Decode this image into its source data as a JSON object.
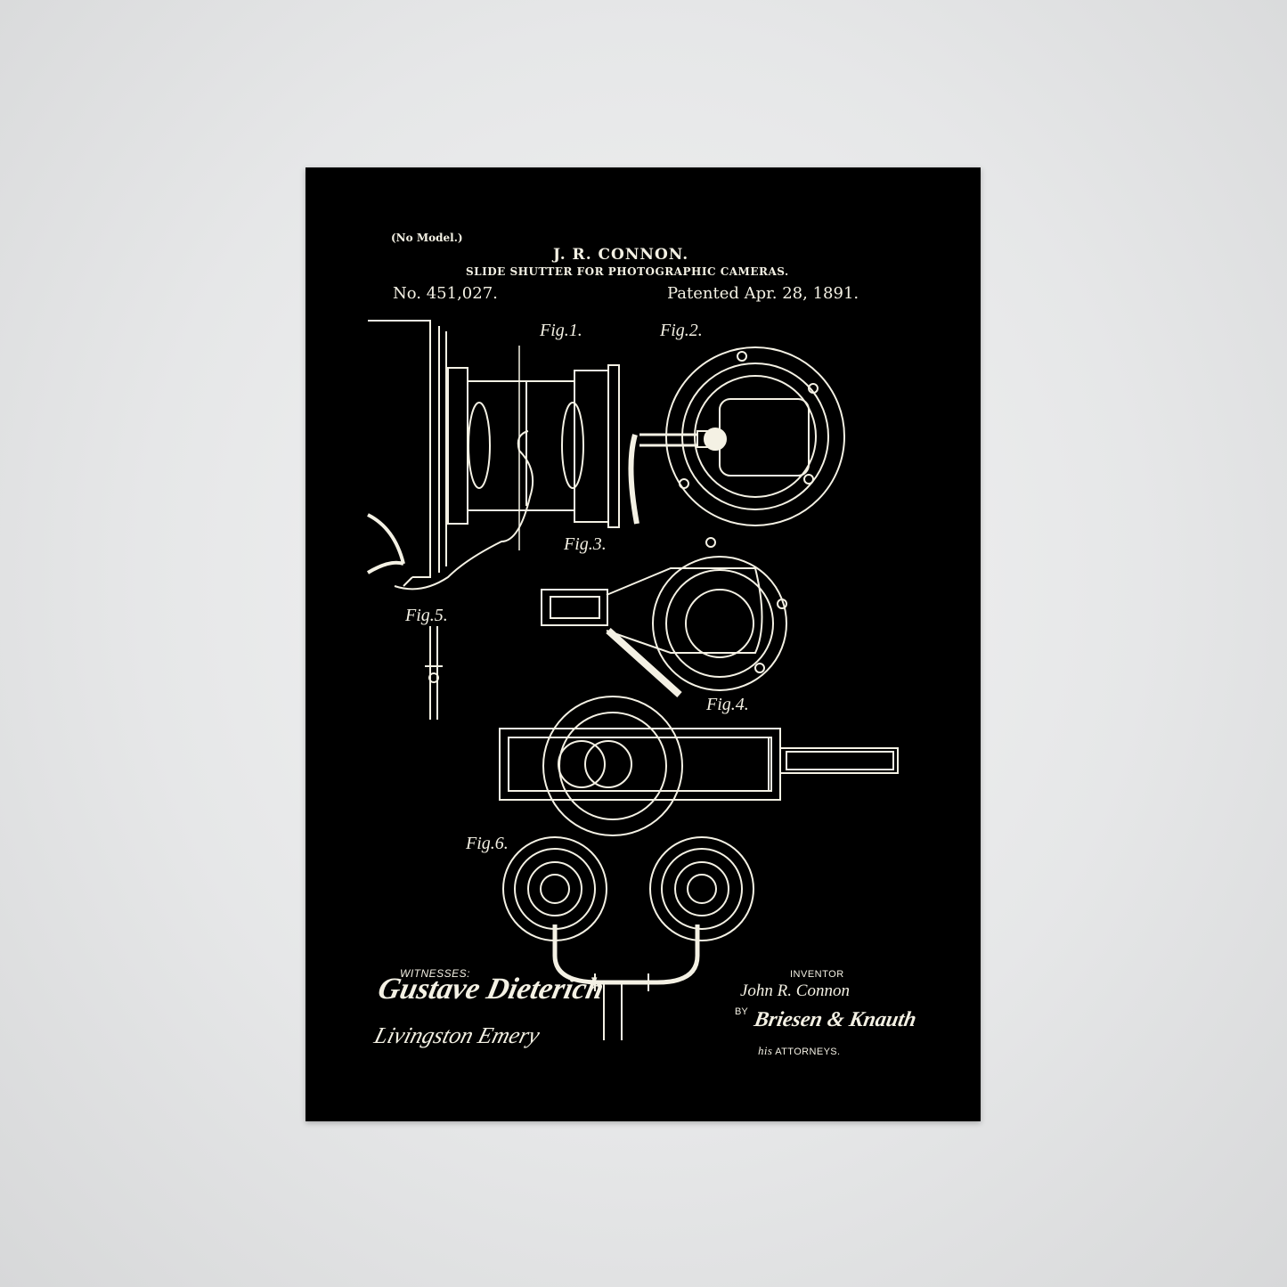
{
  "patent": {
    "no_model": "(No Model.)",
    "inventor_header": "J. R. CONNON.",
    "title": "SLIDE SHUTTER FOR PHOTOGRAPHIC CAMERAS.",
    "number": "No. 451,027.",
    "patented": "Patented Apr. 28, 1891."
  },
  "figures": [
    "Fig.1.",
    "Fig.2.",
    "Fig.3.",
    "Fig.4.",
    "Fig.5.",
    "Fig.6."
  ],
  "footer": {
    "witnesses_label": "WITNESSES:",
    "witness_1": "Gustave Dieterich",
    "witness_2": "Livingston Emery",
    "inventor_label": "INVENTOR",
    "inventor_signature": "John R. Connon",
    "by_label": "BY",
    "attorney_signature": "Briesen & Knauth",
    "his": "his",
    "attorneys_label": "ATTORNEYS."
  },
  "colors": {
    "poster_bg": "#000000",
    "ink": "#f4f1e4",
    "wall": "#e6e7e8"
  }
}
